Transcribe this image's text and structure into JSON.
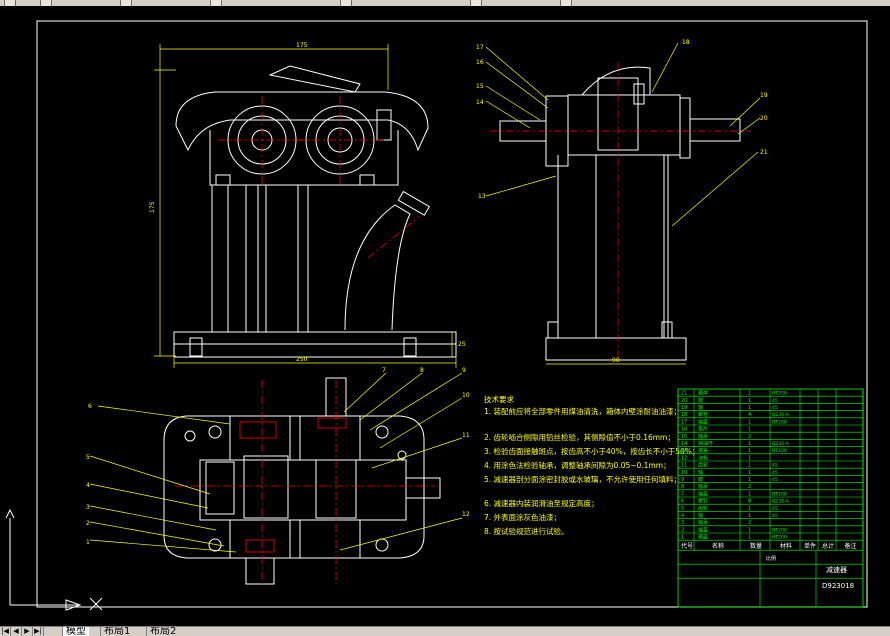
{
  "window": {
    "tabs": [
      {
        "label": "模型",
        "active": true
      },
      {
        "label": "布局1",
        "active": false
      },
      {
        "label": "布局2",
        "active": false
      }
    ],
    "nav_buttons": [
      "|◀",
      "◀",
      "▶",
      "▶|"
    ]
  },
  "drawing": {
    "front_view": {
      "width_top": "175",
      "height_left": "175",
      "width_bottom": "250",
      "height_base": "25"
    },
    "side_view": {
      "callouts": [
        "13",
        "14",
        "15",
        "16",
        "17",
        "18",
        "19",
        "20",
        "21"
      ],
      "width_bottom": "90"
    },
    "plan_view": {
      "callouts": [
        "1",
        "2",
        "3",
        "4",
        "5",
        "6",
        "7",
        "8",
        "9",
        "10",
        "11",
        "12"
      ]
    },
    "tech_requirements": {
      "title": "技术要求",
      "items": [
        "1. 装配前应将全部零件用煤油清洗，箱体内壁涂耐油油漆；",
        "2. 齿轮啮合侧隙用铅丝检验，其侧隙值不小于0.16mm；",
        "3. 检验齿面接触斑点，按齿高不小于40%，按齿长不小于50%；",
        "4. 用涂色法检验轴承，调整轴承间隙为0.05~0.1mm；",
        "5. 减速器剖分面涂密封胶或水玻璃，不允许使用任何填料；",
        "6. 减速器内装润滑油至规定高度；",
        "7. 外表面涂灰色油漆；",
        "8. 按试验规范进行试验。"
      ]
    },
    "parts_list": {
      "header": [
        "代号",
        "名称",
        "数量",
        "材料",
        "单件",
        "总计",
        "备注"
      ],
      "rows": [
        [
          "21",
          "箱体",
          "1",
          "HT200",
          ""
        ],
        [
          "20",
          "键",
          "1",
          "45",
          ""
        ],
        [
          "19",
          "轴",
          "1",
          "45",
          ""
        ],
        [
          "18",
          "螺栓",
          "4",
          "Q235-A",
          ""
        ],
        [
          "17",
          "端盖",
          "1",
          "HT200",
          ""
        ],
        [
          "16",
          "垫片",
          "1",
          "",
          ""
        ],
        [
          "15",
          "轴承",
          "2",
          "",
          ""
        ],
        [
          "14",
          "挡油环",
          "1",
          "Q235-A",
          ""
        ],
        [
          "13",
          "端盖",
          "1",
          "HT200",
          ""
        ],
        [
          "12",
          "油标",
          "1",
          "",
          ""
        ],
        [
          "11",
          "齿轮",
          "1",
          "45",
          ""
        ],
        [
          "10",
          "轴",
          "1",
          "45",
          ""
        ],
        [
          "9",
          "键",
          "1",
          "45",
          ""
        ],
        [
          "8",
          "轴承",
          "2",
          "",
          ""
        ],
        [
          "7",
          "端盖",
          "1",
          "HT200",
          ""
        ],
        [
          "6",
          "螺钉",
          "8",
          "Q235-A",
          ""
        ],
        [
          "5",
          "齿轮",
          "1",
          "45",
          ""
        ],
        [
          "4",
          "轴",
          "1",
          "45",
          ""
        ],
        [
          "3",
          "轴承",
          "2",
          "",
          ""
        ],
        [
          "2",
          "端盖",
          "1",
          "HT200",
          ""
        ],
        [
          "1",
          "箱盖",
          "1",
          "HT200",
          ""
        ]
      ]
    },
    "title_block": {
      "name": "减速器",
      "drawing_number": "D923018",
      "scale_label": "比例"
    }
  },
  "colors": {
    "background": "#000000",
    "geometry": "#ffffff",
    "dimension": "#ffff00",
    "centerline": "#ff0000",
    "border": "#ffffff",
    "table_line": "#00ff00",
    "table_text": "#00ff00",
    "text_yellow": "#ffff00"
  }
}
